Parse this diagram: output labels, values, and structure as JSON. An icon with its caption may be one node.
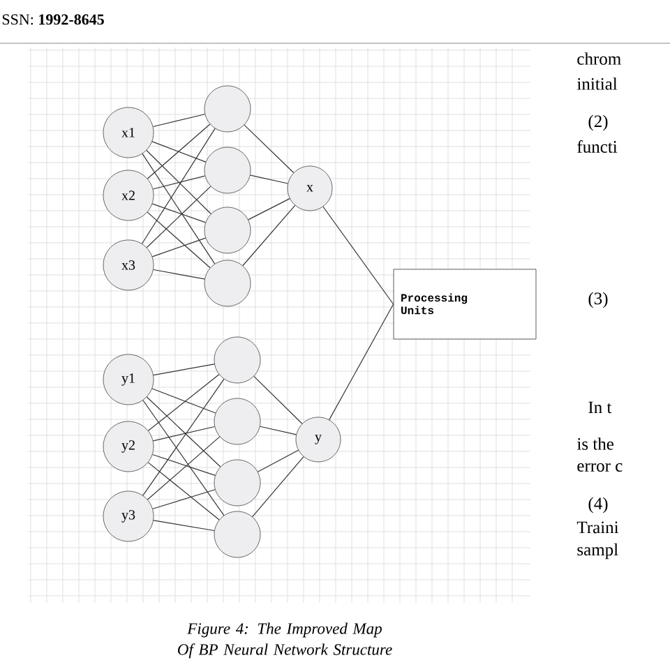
{
  "diagram": {
    "caption": "Figure 4: The Improved Map Of BP Neural Network Structure",
    "nodes": [
      {
        "text": [
          "x1"
        ]
      },
      {
        "text": [
          "x2"
        ]
      },
      {
        "text": [
          "x3"
        ]
      },
      {
        "text": [],
        "shape": "circle"
      },
      {
        "text": [],
        "shape": "circle"
      },
      {
        "text": [],
        "shape": "circle"
      },
      {
        "text": [],
        "shape": "circle"
      },
      {
        "text": [
          "x"
        ]
      },
      {
        "text": [
          "Processing Units"
        ]
      },
      {
        "text": [
          "y1"
        ]
      },
      {
        "text": [
          "y2"
        ]
      },
      {
        "text": [
          "y3"
        ]
      },
      {
        "text": [],
        "shape": "circle"
      },
      {
        "text": [],
        "shape": "circle"
      },
      {
        "text": [],
        "shape": "circle"
      },
      {
        "text": [],
        "shape": "circle"
      },
      {
        "text": [
          "y"
        ]
      }
    ],
    "edges": [
      {
        "from": 0,
        "to": 3,
        "arrow": "none"
      },
      {
        "from": 0,
        "to": 4,
        "arrow": "none"
      },
      {
        "from": 0,
        "to": 5,
        "arrow": "none"
      },
      {
        "from": 0,
        "to": 6,
        "arrow": "none"
      },
      {
        "from": 1,
        "to": 3,
        "arrow": "none"
      },
      {
        "from": 1,
        "to": 4,
        "arrow": "none"
      },
      {
        "from": 1,
        "to": 5,
        "arrow": "none"
      },
      {
        "from": 1,
        "to": 6,
        "arrow": "none"
      },
      {
        "from": 2,
        "to": 3,
        "arrow": "none"
      },
      {
        "from": 2,
        "to": 4,
        "arrow": "none"
      },
      {
        "from": 2,
        "to": 5,
        "arrow": "none"
      },
      {
        "from": 2,
        "to": 6,
        "arrow": "none"
      },
      {
        "from": 3,
        "to": 7,
        "arrow": "none"
      },
      {
        "from": 4,
        "to": 7,
        "arrow": "none"
      },
      {
        "from": 5,
        "to": 7,
        "arrow": "none"
      },
      {
        "from": 6,
        "to": 7,
        "arrow": "none"
      },
      {
        "from": 7,
        "to": 8,
        "arrow": "none"
      },
      {
        "from": 9,
        "to": 12,
        "arrow": "none"
      },
      {
        "from": 9,
        "to": 13,
        "arrow": "none"
      },
      {
        "from": 9,
        "to": 14,
        "arrow": "none"
      },
      {
        "from": 9,
        "to": 15,
        "arrow": "none"
      },
      {
        "from": 10,
        "to": 12,
        "arrow": "none"
      },
      {
        "from": 10,
        "to": 13,
        "arrow": "none"
      },
      {
        "from": 10,
        "to": 14,
        "arrow": "none"
      },
      {
        "from": 10,
        "to": 15,
        "arrow": "none"
      },
      {
        "from": 11,
        "to": 12,
        "arrow": "none"
      },
      {
        "from": 11,
        "to": 13,
        "arrow": "none"
      },
      {
        "from": 11,
        "to": 14,
        "arrow": "none"
      },
      {
        "from": 11,
        "to": 15,
        "arrow": "none"
      },
      {
        "from": 12,
        "to": 16,
        "arrow": "none"
      },
      {
        "from": 13,
        "to": 16,
        "arrow": "none"
      },
      {
        "from": 14,
        "to": 16,
        "arrow": "none"
      },
      {
        "from": 15,
        "to": 16,
        "arrow": "none"
      },
      {
        "from": 16,
        "to": 8,
        "arrow": "none"
      }
    ],
    "labels": [
      "SSN: **1992-8645**",
      "chrom",
      "initial",
      "(2)",
      "functi",
      "(3)",
      "In t",
      "is the",
      "error c",
      "(4)",
      "Traini",
      "sampl"
    ]
  }
}
